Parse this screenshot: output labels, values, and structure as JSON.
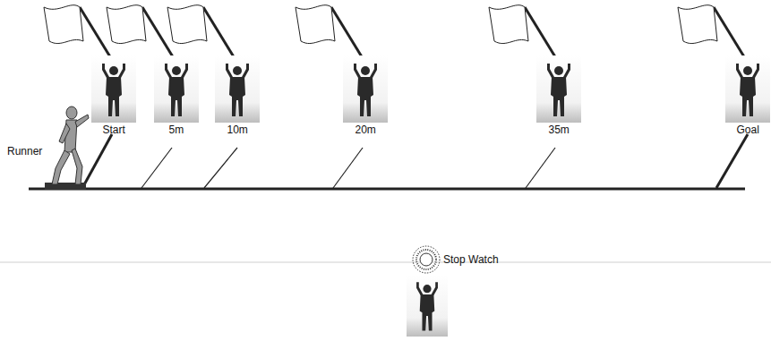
{
  "diagram": {
    "labels": [
      "Runner",
      "Start",
      "5m",
      "10m",
      "20m",
      "35m",
      "Goal",
      "Stop Watch"
    ]
  }
}
